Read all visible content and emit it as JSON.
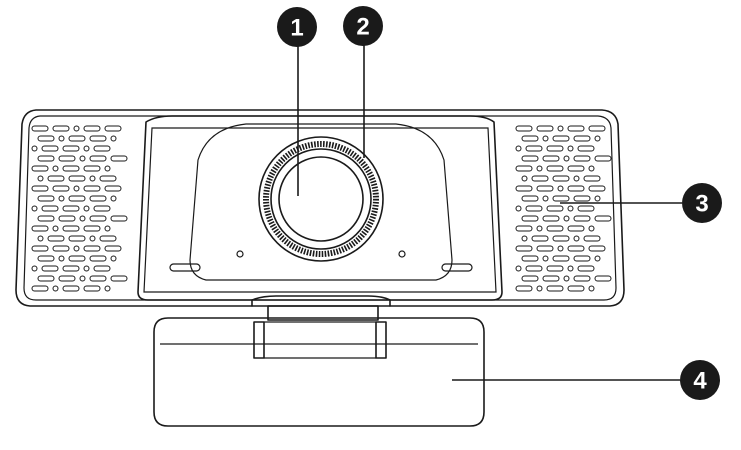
{
  "callouts": [
    {
      "number": "1",
      "target": "lens"
    },
    {
      "number": "2",
      "target": "focus-ring"
    },
    {
      "number": "3",
      "target": "microphone-grille"
    },
    {
      "number": "4",
      "target": "mounting-clip"
    }
  ],
  "colors": {
    "ink": "#1a1a1a",
    "background": "#ffffff"
  }
}
